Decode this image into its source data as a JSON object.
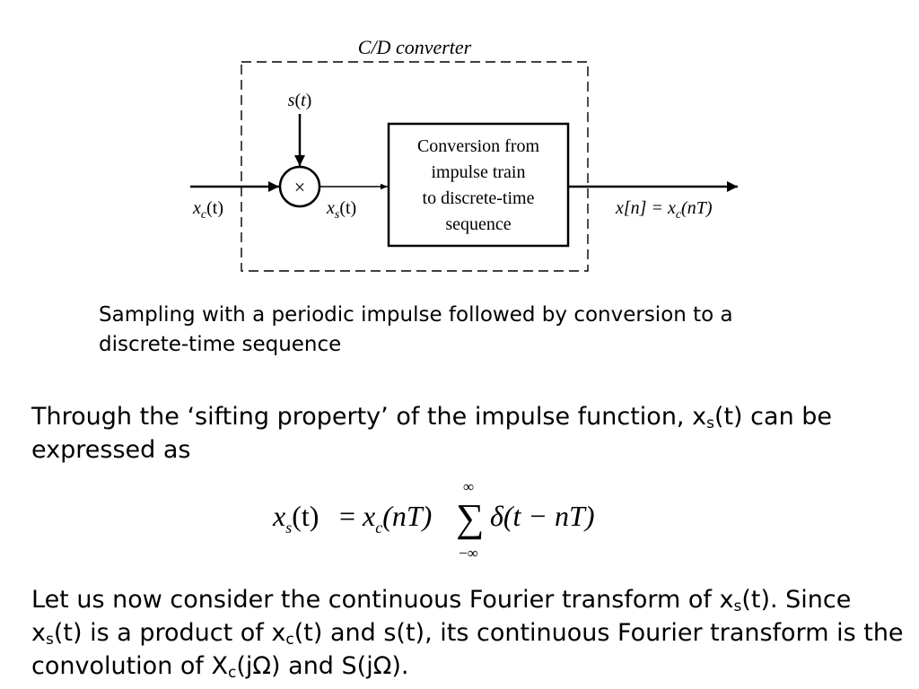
{
  "diagram": {
    "box_title": "C/D converter",
    "multiplier_symbol": "×",
    "block_lines": [
      "Conversion from",
      "impulse train",
      "to discrete-time",
      "sequence"
    ],
    "labels": {
      "s_main": "s",
      "s_open": "(",
      "s_arg": "t",
      "s_close": ")",
      "xc_main": "x",
      "xc_sub": "c",
      "xc_paren": "(t)",
      "xs_main": "x",
      "xs_sub": "s",
      "xs_paren": "(t)",
      "out_left": "x[n] = x",
      "out_sub": "c",
      "out_right": "(nT)"
    }
  },
  "caption": "Sampling with a periodic impulse followed by conversion to a discrete-time sequence",
  "para1": {
    "pre": "Through the ‘sifting property’ of the impulse function, x",
    "sub": "s",
    "post": "(t) can be expressed as"
  },
  "formula": {
    "lhs_var": "x",
    "lhs_sub": "s",
    "lhs_arg": "(t)",
    "equals": "=",
    "rhs_var": "x",
    "rhs_sub": "c",
    "rhs_arg": "(nT)",
    "sigma": "∑",
    "upper": "∞",
    "lower": "−∞",
    "delta": "δ",
    "delta_arg": "(t − nT)"
  },
  "para2": {
    "t1": "Let us now consider the continuous Fourier transform of x",
    "s1": "s",
    "t2": "(t). Since x",
    "s2": "s",
    "t3": "(t) is a product of x",
    "s3": "c",
    "t4": "(t) and s(t), its continuous Fourier transform is the convolution of X",
    "s4": "c",
    "t5": "(jΩ) and S(jΩ)."
  }
}
